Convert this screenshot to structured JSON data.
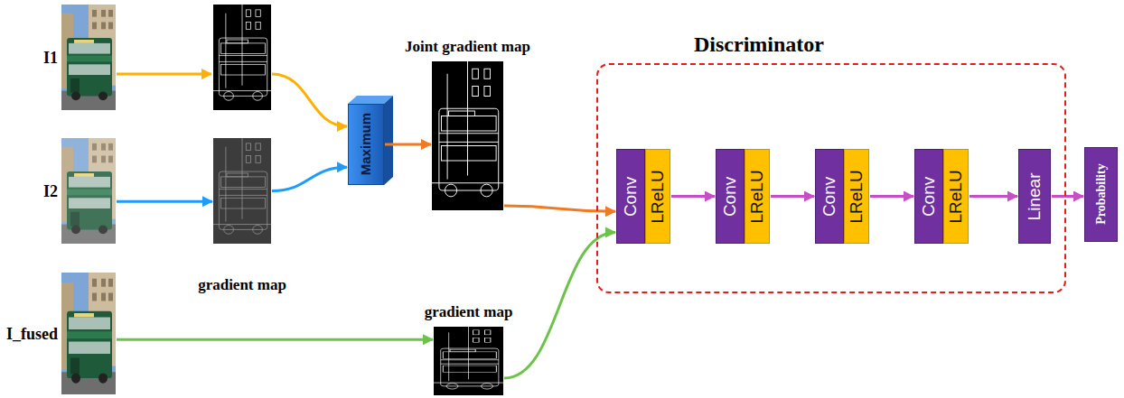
{
  "diagram": {
    "nodes": [
      {
        "text": [
          "I1"
        ]
      },
      {
        "text": [
          "I2"
        ]
      },
      {
        "text": [
          "gradient map"
        ]
      },
      {
        "text": [
          "Maximum"
        ]
      },
      {
        "text": [
          "Joint gradient map"
        ]
      },
      {
        "text": [
          "I_fused"
        ]
      },
      {
        "text": [
          "gradient map"
        ]
      },
      {
        "text": [
          "Discriminator"
        ]
      },
      {
        "text": [
          "Conv"
        ],
        "in": 7
      },
      {
        "text": [
          "LReLU"
        ],
        "in": 7
      },
      {
        "text": [
          "Conv"
        ],
        "in": 7
      },
      {
        "text": [
          "LReLU"
        ],
        "in": 7
      },
      {
        "text": [
          "Conv"
        ],
        "in": 7
      },
      {
        "text": [
          "LReLU"
        ],
        "in": 7
      },
      {
        "text": [
          "Conv"
        ],
        "in": 7
      },
      {
        "text": [
          "LReLU"
        ],
        "in": 7
      },
      {
        "text": [
          "Linear"
        ],
        "in": 7
      },
      {
        "text": [
          "Probability"
        ]
      }
    ],
    "edges": [
      {
        "from": 1,
        "to": 2,
        "arrow": "to"
      },
      {
        "from": 2,
        "to": 3,
        "arrow": "to"
      },
      {
        "from": 3,
        "to": 4,
        "arrow": "to"
      },
      {
        "from": 4,
        "to": 8,
        "arrow": "to"
      },
      {
        "from": 5,
        "to": 6,
        "arrow": "to"
      },
      {
        "from": 6,
        "to": 8,
        "arrow": "to"
      },
      {
        "from": 9,
        "to": 10,
        "arrow": "to"
      },
      {
        "from": 11,
        "to": 12,
        "arrow": "to"
      },
      {
        "from": 13,
        "to": 14,
        "arrow": "to"
      },
      {
        "from": 15,
        "to": 16,
        "arrow": "to"
      },
      {
        "from": 16,
        "to": 17,
        "arrow": "to"
      }
    ]
  }
}
